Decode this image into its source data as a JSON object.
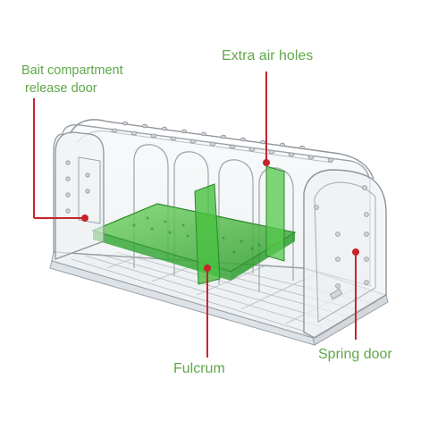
{
  "labels": {
    "extra_air_holes": "Extra air holes",
    "bait_line1": "Bait compartment",
    "bait_line2": "release door",
    "fulcrum": "Fulcrum",
    "spring_door": "Spring door"
  },
  "colors": {
    "label_text": "#5fa84a",
    "callout_line": "#c8232b",
    "plate_green": "#3fbf3a",
    "plastic_outline": "#9aa1a8"
  }
}
